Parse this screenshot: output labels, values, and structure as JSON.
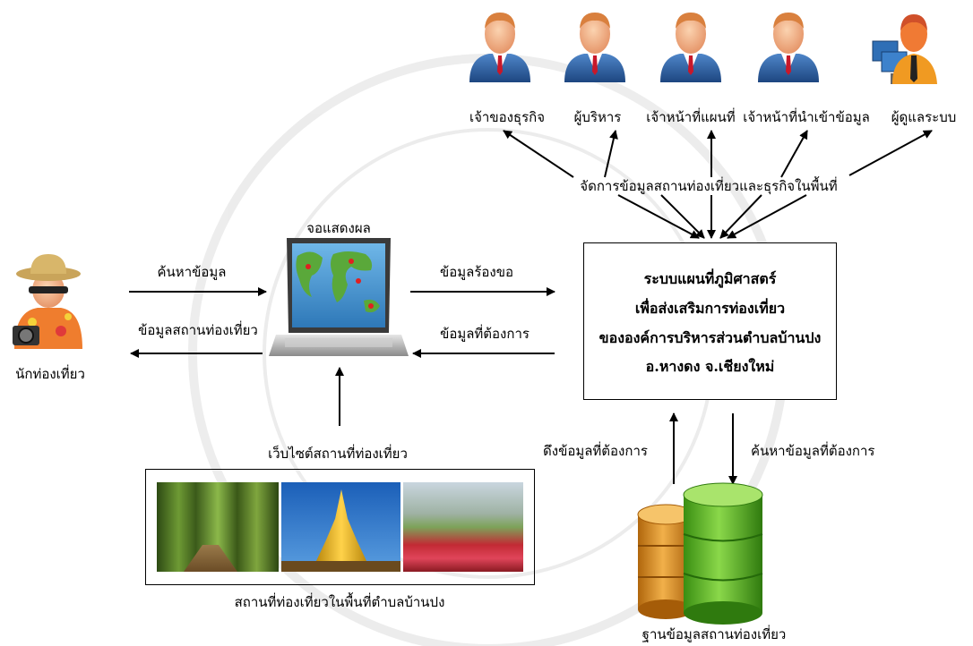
{
  "system": {
    "lines": [
      "ระบบแผนที่ภูมิศาสตร์",
      "เพื่อส่งเสริมการท่องเที่ยว",
      "ขององค์การบริหารส่วนตำบลบ้านปง",
      "อ.หางดง จ.เชียงใหม่"
    ]
  },
  "users": [
    {
      "label": "เจ้าของธุรกิจ",
      "icon": "businessman-icon"
    },
    {
      "label": "ผู้บริหาร",
      "icon": "businessman-icon"
    },
    {
      "label": "เจ้าหน้าที่แผนที่",
      "icon": "businessman-icon"
    },
    {
      "label": "เจ้าหน้าที่นำเข้าข้อมูล",
      "icon": "businessman-icon"
    },
    {
      "label": "ผู้ดูแลระบบ",
      "icon": "admin-computer-icon"
    }
  ],
  "manage_label": "จัดการข้อมูลสถานท่องเที่ยวและธุรกิจในพื้นที่",
  "display": {
    "label": "จอแสดงผล",
    "icon": "laptop-map-icon"
  },
  "tourist": {
    "label": "นักท่องเที่ยว",
    "icon": "tourist-icon"
  },
  "arrows": {
    "search": "ค้นหาข้อมูล",
    "tourist_info": "ข้อมูลสถานท่องเที่ยว",
    "request": "ข้อมูลร้องขอ",
    "wanted": "ข้อมูลที่ต้องการ",
    "website": "เว็บไซต์สถานที่ท่องเที่ยว",
    "fetch": "ดึงข้อมูลที่ต้องการ",
    "search_wanted": "ค้นหาข้อมูลที่ต้องการ"
  },
  "places": {
    "caption": "สถานที่ท่องเที่ยวในพื้นที่ตำบลบ้านปง",
    "photos": [
      "bamboo-forest-photo",
      "golden-pagoda-photo",
      "flower-field-photo"
    ]
  },
  "database": {
    "label": "ฐานข้อมูลสถานท่องเที่ยว",
    "icon": "database-icon"
  },
  "colors": {
    "line": "#000000",
    "suit": "#2a5fa5",
    "db_green": "#4cae1e",
    "db_orange": "#d98a1c",
    "skin": "#f4b48a"
  }
}
